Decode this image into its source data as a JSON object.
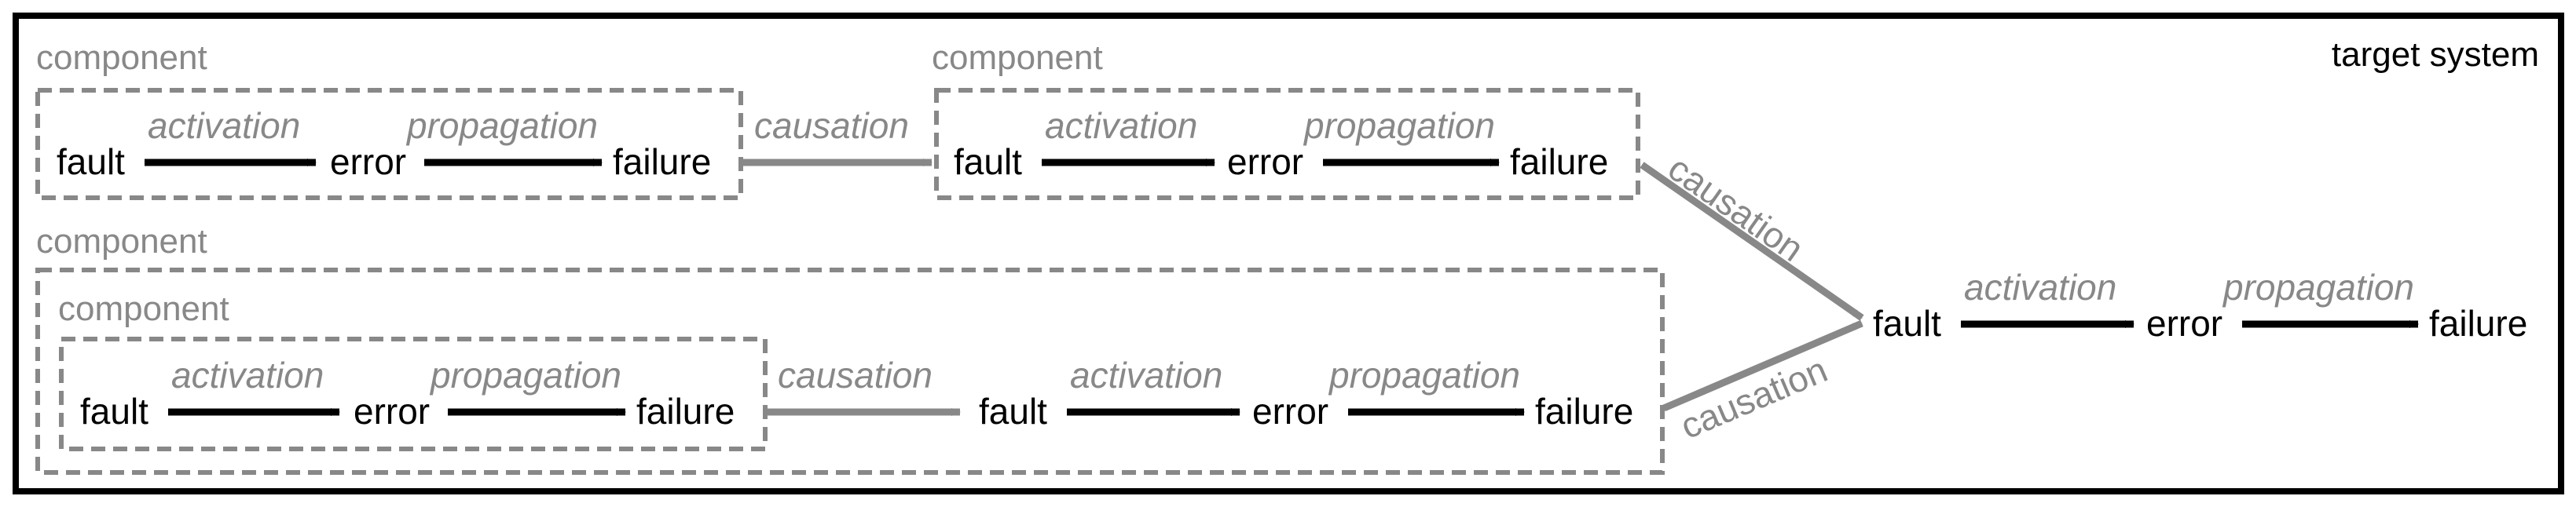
{
  "title": "target system",
  "terms": {
    "fault": "fault",
    "error": "error",
    "failure": "failure",
    "activation": "activation",
    "propagation": "propagation",
    "causation": "causation",
    "component": "component"
  },
  "colors": {
    "border": "#000000",
    "gray": "#888888",
    "black": "#000000"
  }
}
